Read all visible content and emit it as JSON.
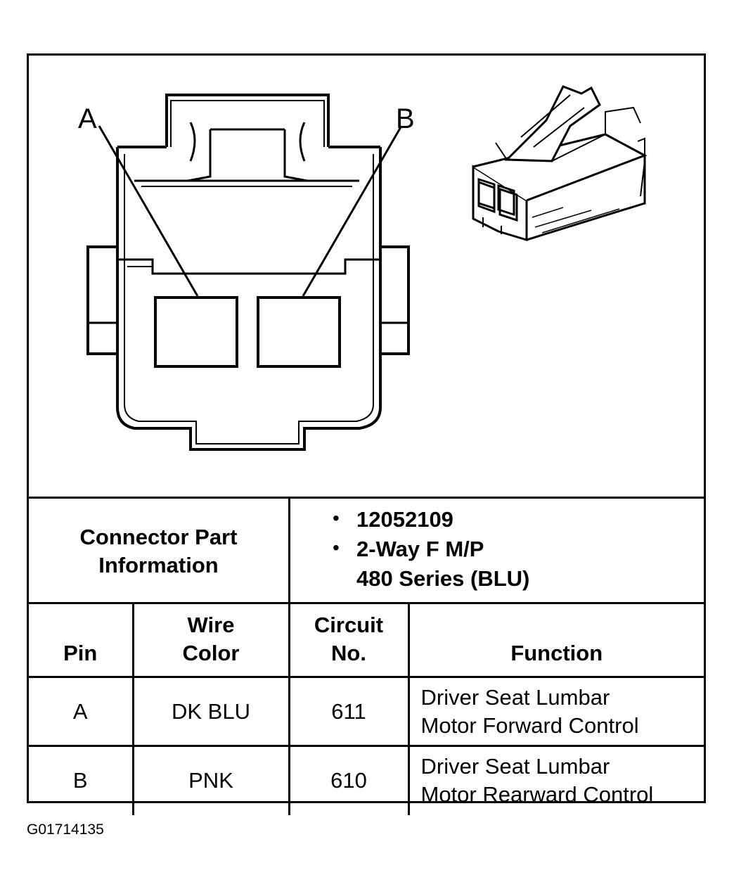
{
  "pin_labels": [
    "A",
    "B"
  ],
  "connector_info": {
    "label_line1": "Connector Part",
    "label_line2": "Information",
    "part_number": "12052109",
    "description_line1": "2-Way F M/P",
    "description_line2": "480 Series (BLU)"
  },
  "table": {
    "headers": {
      "pin": "Pin",
      "wire_color_line1": "Wire",
      "wire_color_line2": "Color",
      "circuit_line1": "Circuit",
      "circuit_line2": "No.",
      "function": "Function"
    },
    "rows": [
      {
        "pin": "A",
        "wire_color": "DK BLU",
        "circuit": "611",
        "function_line1": "Driver Seat Lumbar",
        "function_line2": "Motor Forward Control"
      },
      {
        "pin": "B",
        "wire_color": "PNK",
        "circuit": "610",
        "function_line1": "Driver Seat Lumbar",
        "function_line2": "Motor Rearward Control"
      }
    ]
  },
  "figure_id": "G01714135"
}
